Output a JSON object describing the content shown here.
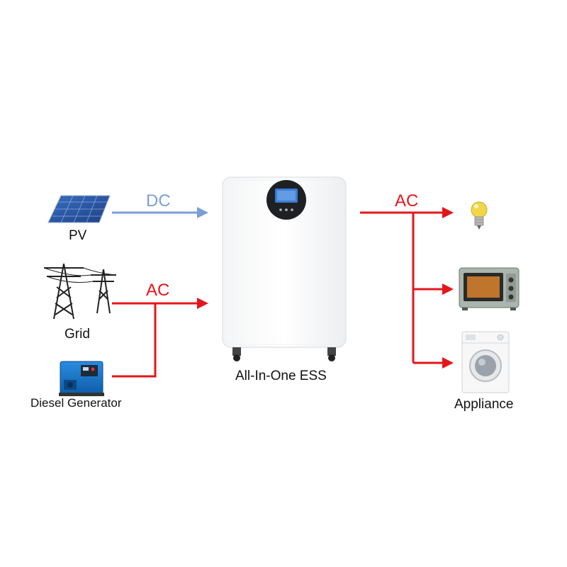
{
  "sources": {
    "pv": "PV",
    "grid": "Grid",
    "generator": "Diesel Generator"
  },
  "center": {
    "label": "All-In-One ESS"
  },
  "loads": {
    "label": "Appliance"
  },
  "flows": {
    "pv_flow": "DC",
    "grid_flow": "AC",
    "output_flow": "AC"
  },
  "colors": {
    "dc": "#7a9fd6",
    "ac": "#e4161b"
  },
  "icons": [
    "solar-panel-icon",
    "transmission-tower-icon",
    "diesel-generator-icon",
    "ess-cabinet-icon",
    "light-bulb-icon",
    "oven-icon",
    "washing-machine-icon"
  ]
}
